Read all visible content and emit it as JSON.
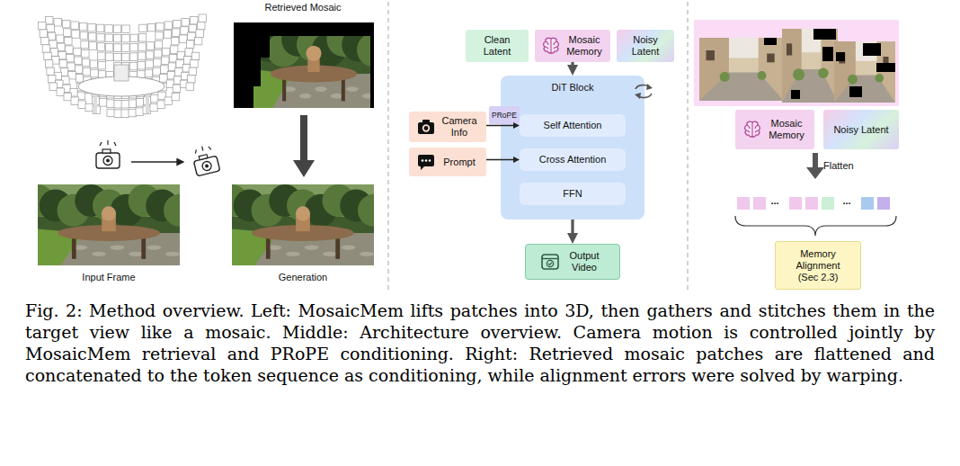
{
  "diagram": {
    "caption": "Fig. 2: Method overview. Left: MosaicMem lifts patches into 3D, then gathers and stitches them in the target view like a mosaic. Middle: Architecture overview. Camera motion is controlled jointly by MosaicMem retrieval and PRoPE conditioning. Right: Retrieved mosaic patches are flattened and concatenated to the token sequence as conditioning, while alignment errors were solved by warping.",
    "nodes": [
      {
        "text": [
          "Clean Latent"
        ]
      },
      {
        "text": [
          "Mosaic Memory"
        ]
      },
      {
        "text": [
          "Noisy Latent"
        ]
      },
      {
        "text": [
          "DiT Block"
        ]
      },
      {
        "text": [
          "PRoPE"
        ],
        "in": 3
      },
      {
        "text": [
          "Self Attention"
        ],
        "in": 3
      },
      {
        "text": [
          "Cross Attention"
        ],
        "in": 3
      },
      {
        "text": [
          "FFN"
        ],
        "in": 3
      },
      {
        "text": [
          "Camera Info"
        ]
      },
      {
        "text": [
          "Prompt"
        ]
      },
      {
        "text": [
          "Output Video"
        ]
      },
      {
        "text": [
          "Mosaic Memory"
        ]
      },
      {
        "text": [
          "Noisy Latent"
        ]
      },
      {
        "text": [
          "Memory Alignment (Sec 2.3)"
        ]
      }
    ],
    "edges": [
      {
        "from": 1,
        "to": 3,
        "arrow": "to"
      },
      {
        "from": 8,
        "to": 5,
        "arrow": "to"
      },
      {
        "from": 9,
        "to": 6,
        "arrow": "to"
      },
      {
        "from": 3,
        "to": 10,
        "arrow": "to"
      }
    ],
    "labels": [
      "Retrieved Mosaic",
      "Input Frame",
      "Generation",
      "Flatten",
      "...",
      "..."
    ]
  }
}
